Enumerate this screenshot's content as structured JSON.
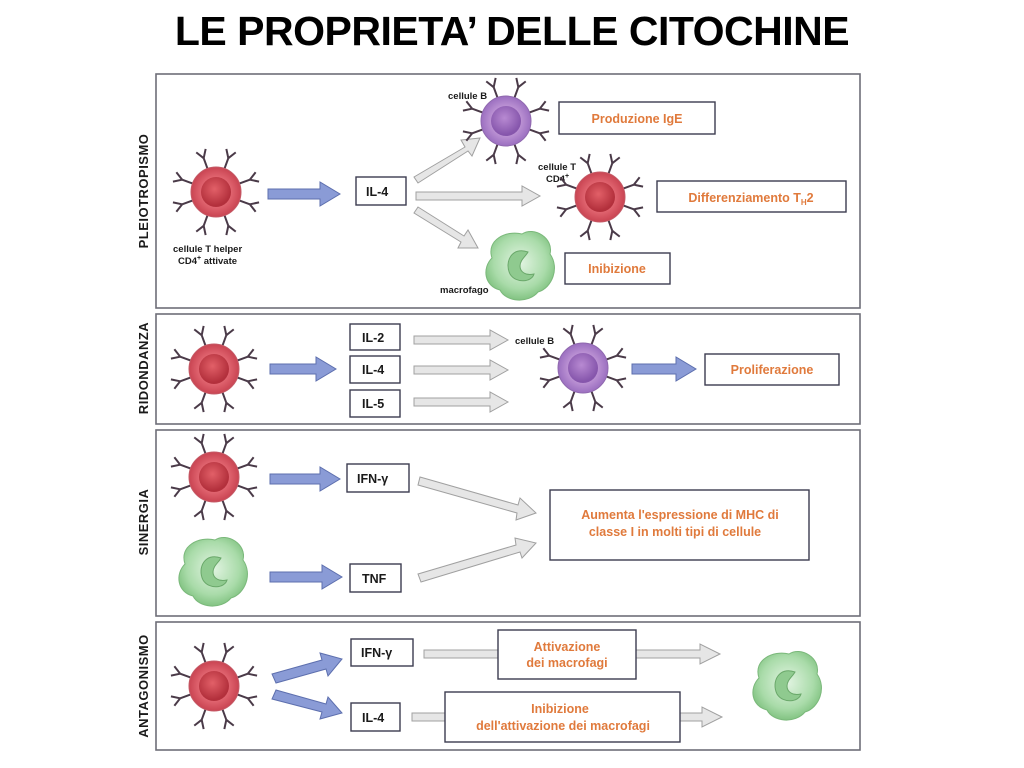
{
  "title": "LE PROPRIETA’ DELLE CITOCHINE",
  "colors": {
    "panel_border": "#6e6e78",
    "effect_text": "#e07a3c",
    "t_cell": "#e0606a",
    "b_cell": "#b58ad0",
    "macrophage": "#a6dca6",
    "blue_arrow": "#8a9bd6",
    "gray_arrow": "#e6e6e6"
  },
  "panels": {
    "pleiotropismo": {
      "label": "PLEIOTROPISMO",
      "cell_label_line1": "cellule T helper",
      "cell_label_line2": "CD4",
      "cell_label_sup": "+",
      "cell_label_line2_tail": " attivate",
      "cytokine": "IL-4",
      "b_cell_label": "cellule B",
      "t_cell_label_line1": "cellule T",
      "t_cell_label_line2": "CD4",
      "t_cell_label_sup": "+",
      "macrophage_label": "macrofago",
      "effect1": "Produzione IgE",
      "effect2_main": "Differenziamento T",
      "effect2_sub": "H",
      "effect2_tail": "2",
      "effect3": "Inibizione"
    },
    "ridondanza": {
      "label": "RIDONDANZA",
      "cytokines": [
        "IL-2",
        "IL-4",
        "IL-5"
      ],
      "b_cell_label": "cellule B",
      "effect": "Proliferazione"
    },
    "sinergia": {
      "label": "SINERGIA",
      "cytokine1": "IFN-γ",
      "cytokine2": "TNF",
      "effect_line1": "Aumenta l'espressione di MHC di",
      "effect_line2": "classe I in molti tipi di cellule"
    },
    "antagonismo": {
      "label": "ANTAGONISMO",
      "cytokine1": "IFN-γ",
      "cytokine2": "IL-4",
      "effect1_line1": "Attivazione",
      "effect1_line2": "dei macrofagi",
      "effect2_line1": "Inibizione",
      "effect2_line2": "dell'attivazione dei macrofagi"
    }
  }
}
